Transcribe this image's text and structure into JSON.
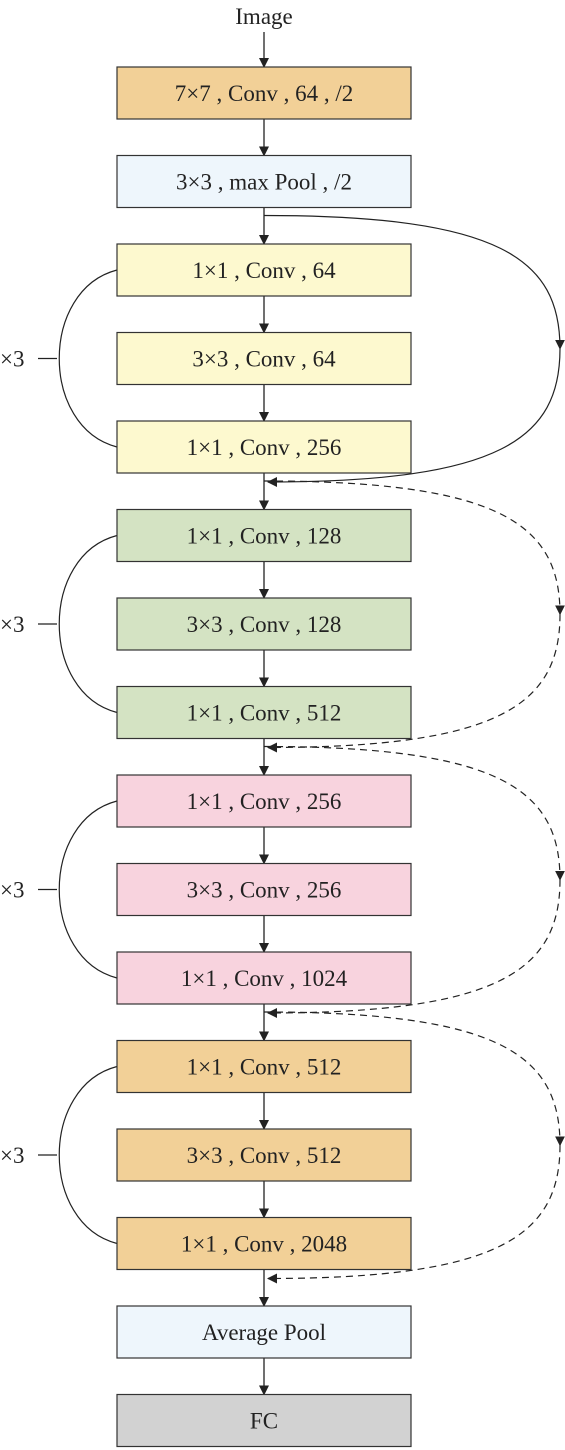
{
  "input_label": "Image",
  "colors": {
    "orange": "#f2d097",
    "blue": "#eef6fc",
    "yellow": "#fdf9cf",
    "green": "#d4e3c3",
    "pink": "#f8d3de",
    "gray": "#d2d2d2",
    "stroke": "#333333"
  },
  "blocks": [
    {
      "id": "conv1",
      "label": "7×7 , Conv , 64 , /2",
      "color": "orange"
    },
    {
      "id": "maxpool",
      "label": "3×3 , max Pool , /2",
      "color": "blue"
    },
    {
      "id": "s1a",
      "label": "1×1 , Conv , 64",
      "color": "yellow"
    },
    {
      "id": "s1b",
      "label": "3×3 , Conv , 64",
      "color": "yellow"
    },
    {
      "id": "s1c",
      "label": "1×1 , Conv , 256",
      "color": "yellow"
    },
    {
      "id": "s2a",
      "label": "1×1 , Conv , 128",
      "color": "green"
    },
    {
      "id": "s2b",
      "label": "3×3 , Conv , 128",
      "color": "green"
    },
    {
      "id": "s2c",
      "label": "1×1 , Conv , 512",
      "color": "green"
    },
    {
      "id": "s3a",
      "label": "1×1 , Conv , 256",
      "color": "pink"
    },
    {
      "id": "s3b",
      "label": "3×3 , Conv , 256",
      "color": "pink"
    },
    {
      "id": "s3c",
      "label": "1×1 , Conv , 1024",
      "color": "pink"
    },
    {
      "id": "s4a",
      "label": "1×1 , Conv , 512",
      "color": "orange"
    },
    {
      "id": "s4b",
      "label": "3×3 , Conv , 512",
      "color": "orange"
    },
    {
      "id": "s4c",
      "label": "1×1 , Conv , 2048",
      "color": "orange"
    },
    {
      "id": "avgpool",
      "label": "Average Pool",
      "color": "blue"
    },
    {
      "id": "fc",
      "label": "FC",
      "color": "gray"
    }
  ],
  "stages": [
    {
      "repeat_label": "×3",
      "shortcut": "solid"
    },
    {
      "repeat_label": "×3",
      "shortcut": "dashed"
    },
    {
      "repeat_label": "×3",
      "shortcut": "dashed"
    },
    {
      "repeat_label": "×3",
      "shortcut": "dashed"
    }
  ]
}
